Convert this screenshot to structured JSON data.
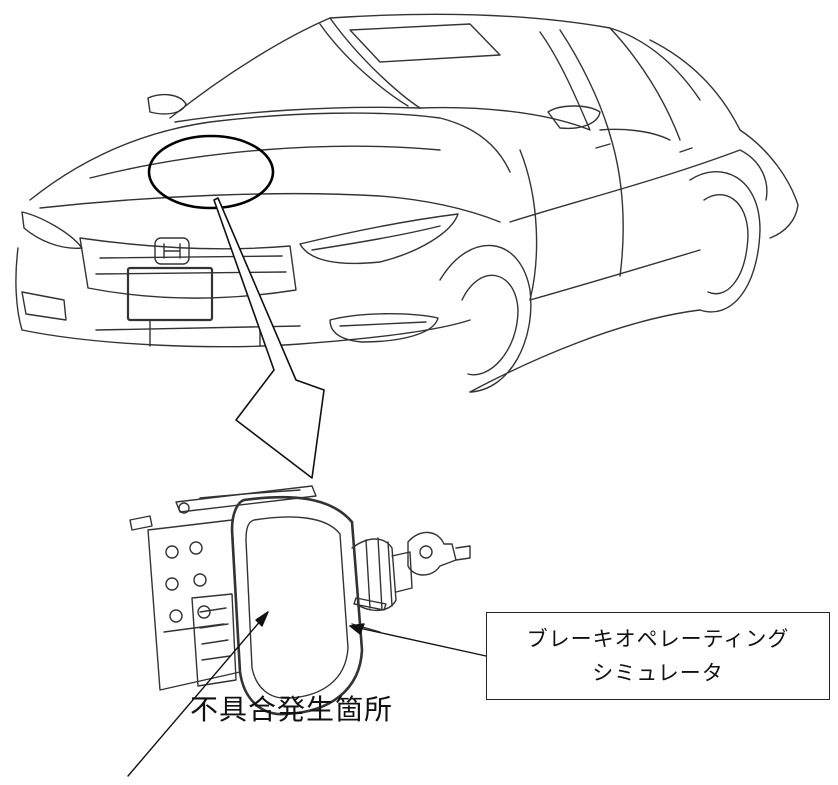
{
  "labels": {
    "component_line1": "ブレーキオペレーティング",
    "component_line2": "シミュレータ",
    "fault_location": "不具合発生箇所"
  },
  "colors": {
    "line": "#222222",
    "background": "#ffffff"
  }
}
